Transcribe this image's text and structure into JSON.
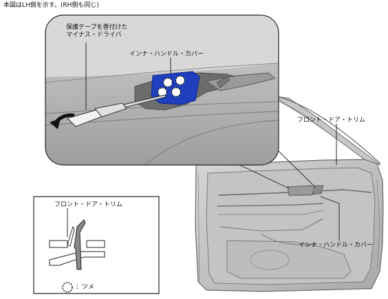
{
  "diagram": {
    "note": "本図はLH側を示す。(RH側も同じ)",
    "callout": {
      "tool_label_line1": "保護テープを巻付けた",
      "tool_label_line2": "マイナス・ドライバ",
      "cover_label": "インナ・ハンドル・カバー"
    },
    "door": {
      "trim_label": "フロント・ドア・トリム",
      "cover_label": "インナ・ハンドル・カバー"
    },
    "section": {
      "trim_label": "フロント・ドア・トリム",
      "legend_symbol": "◌",
      "legend_text": "：ツメ"
    },
    "colors": {
      "cover_blue": "#1f3fbf",
      "panel_gray": "#b9b9b9",
      "dark_gray": "#6e6e6e"
    }
  }
}
